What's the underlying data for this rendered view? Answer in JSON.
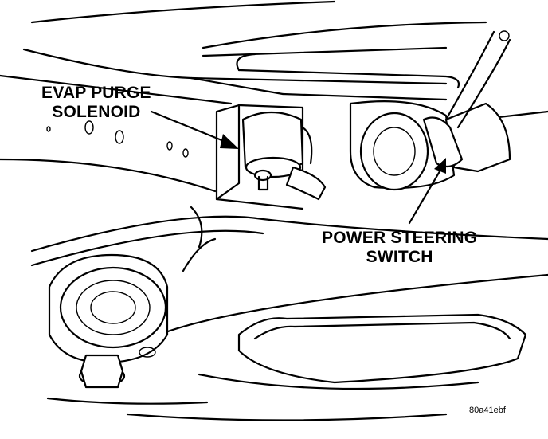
{
  "labels": {
    "evap_purge_solenoid": [
      "EVAP PURGE",
      "SOLENOID"
    ],
    "power_steering_switch": [
      "POWER STEERING",
      "SWITCH"
    ]
  },
  "figure_id": "80a41ebf"
}
